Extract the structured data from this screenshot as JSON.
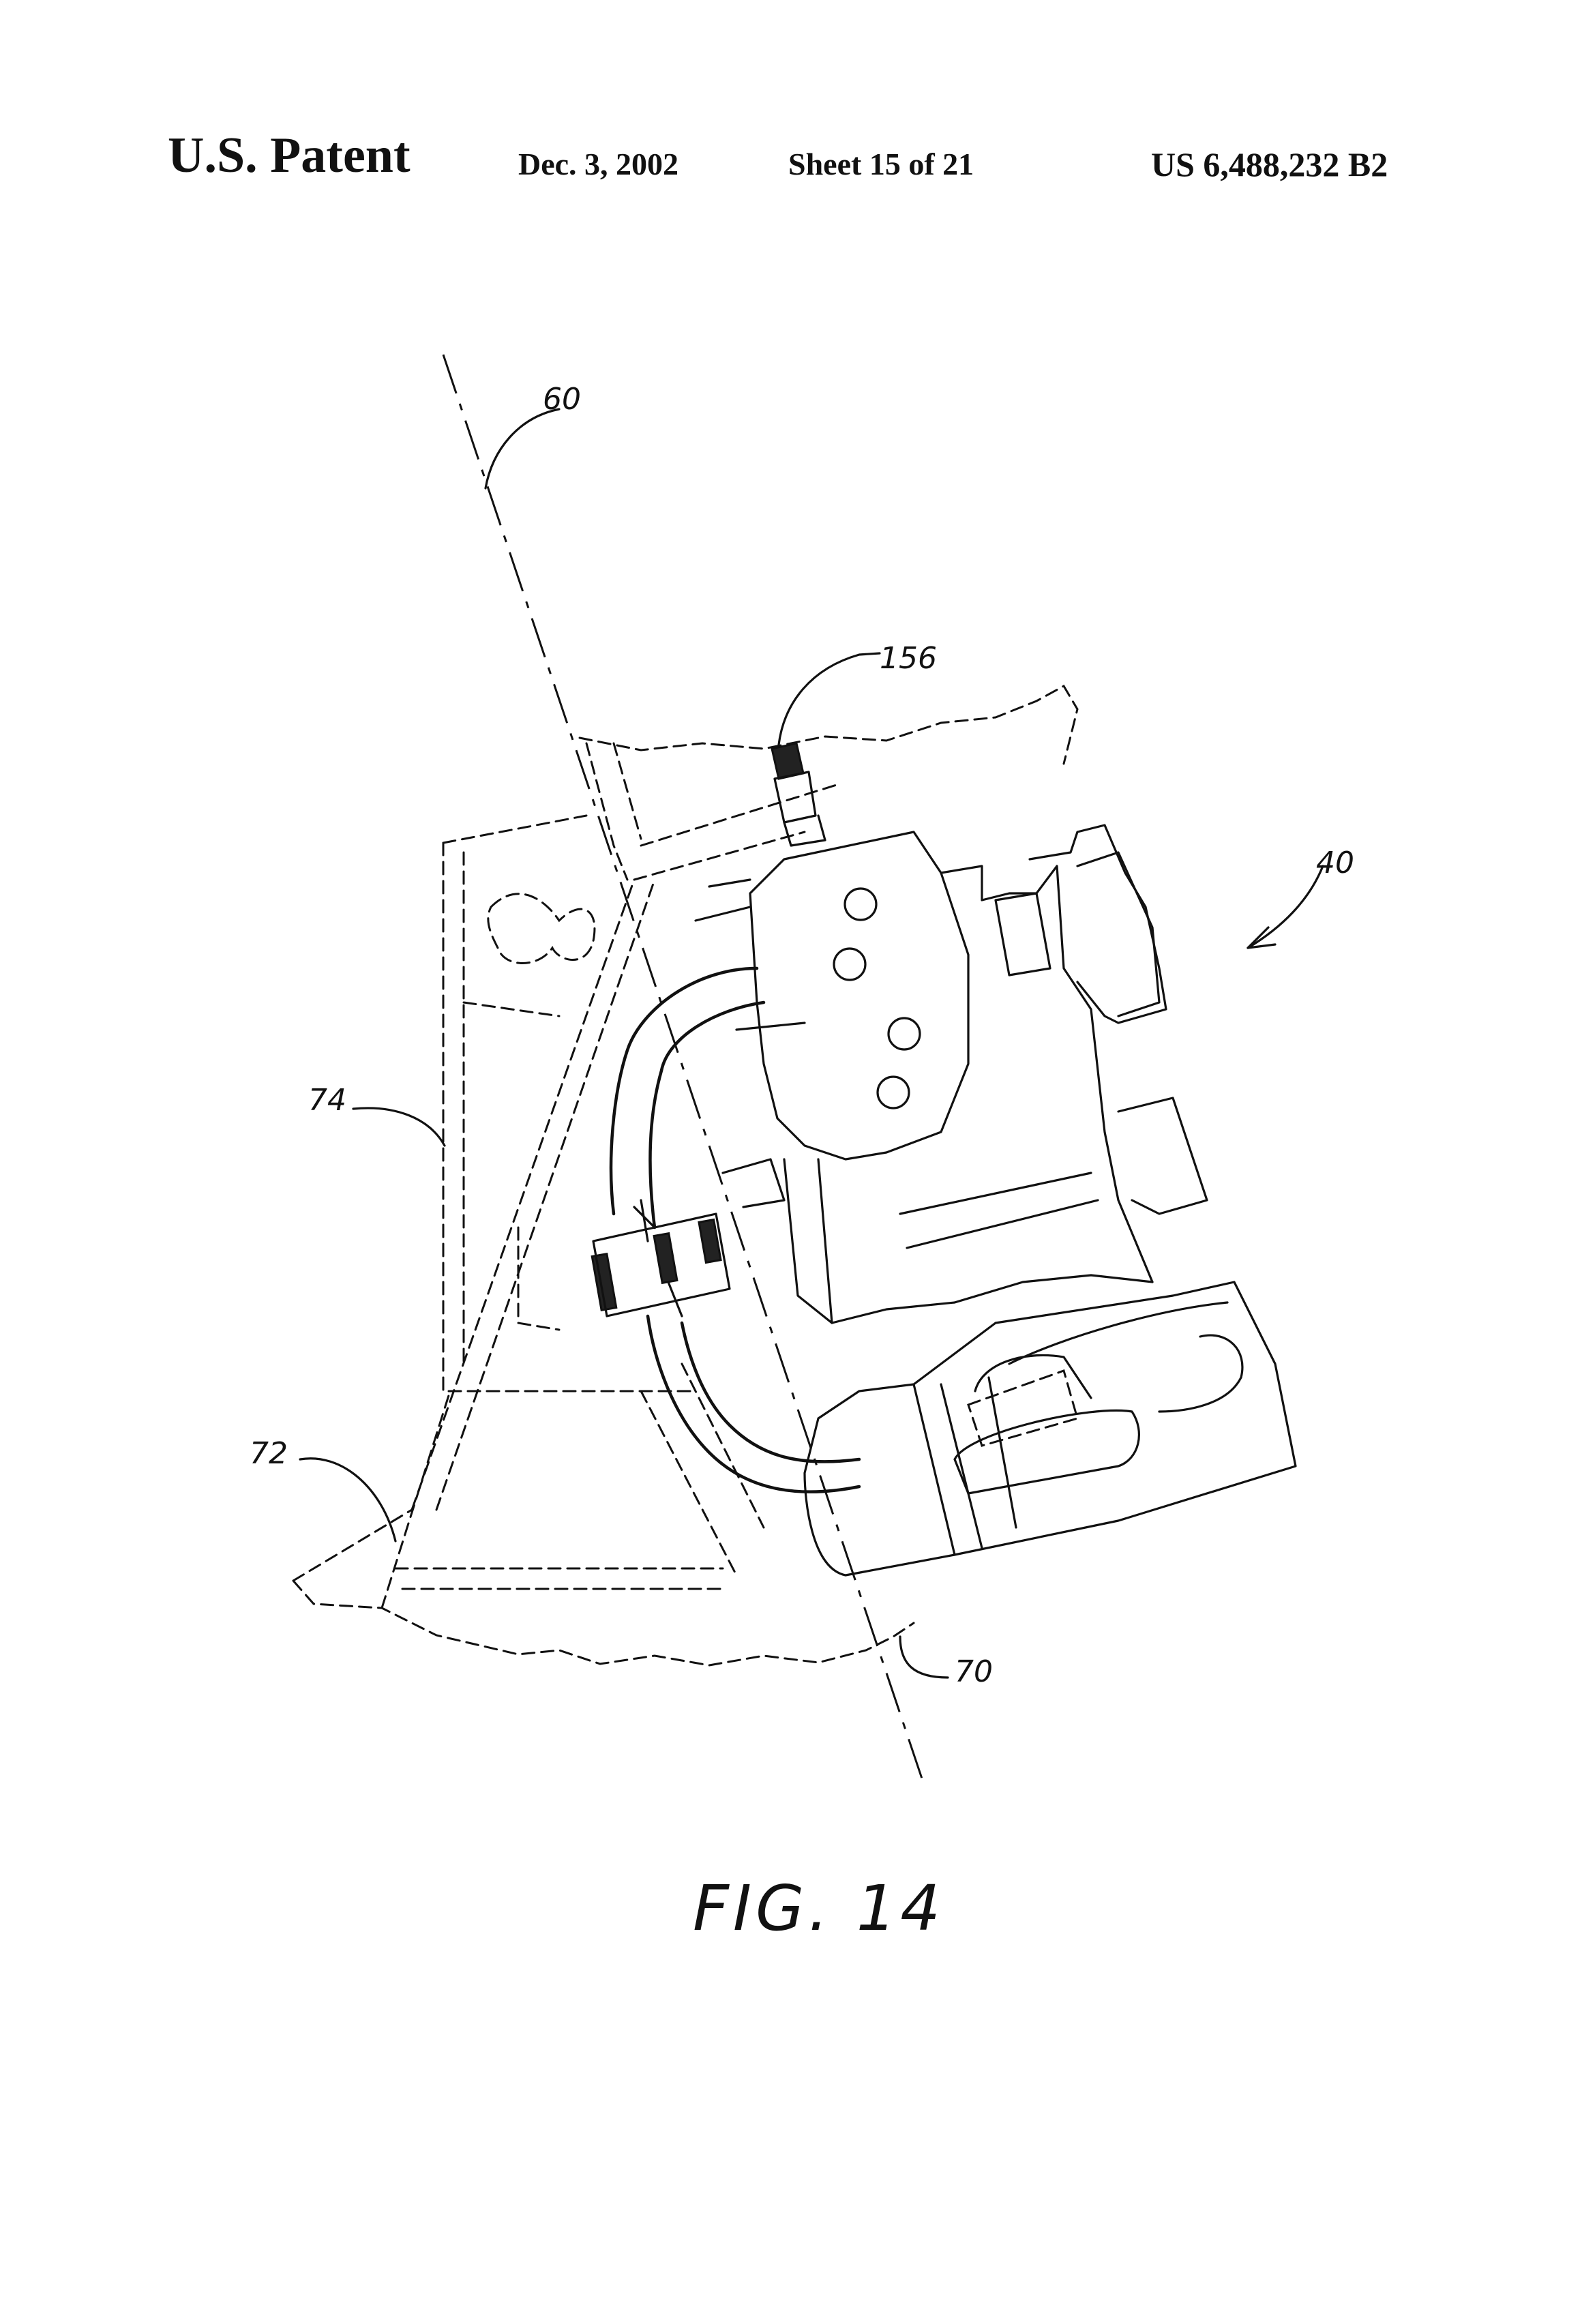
{
  "header": {
    "title": "U.S. Patent",
    "date": "Dec. 3, 2002",
    "sheet": "Sheet 15 of 21",
    "patent_number": "US 6,488,232 B2"
  },
  "figure": {
    "label": "FIG. 14",
    "reference_numerals": {
      "r60": "60",
      "r156": "156",
      "r40": "40",
      "r74": "74",
      "r72": "72",
      "r70": "70"
    }
  }
}
